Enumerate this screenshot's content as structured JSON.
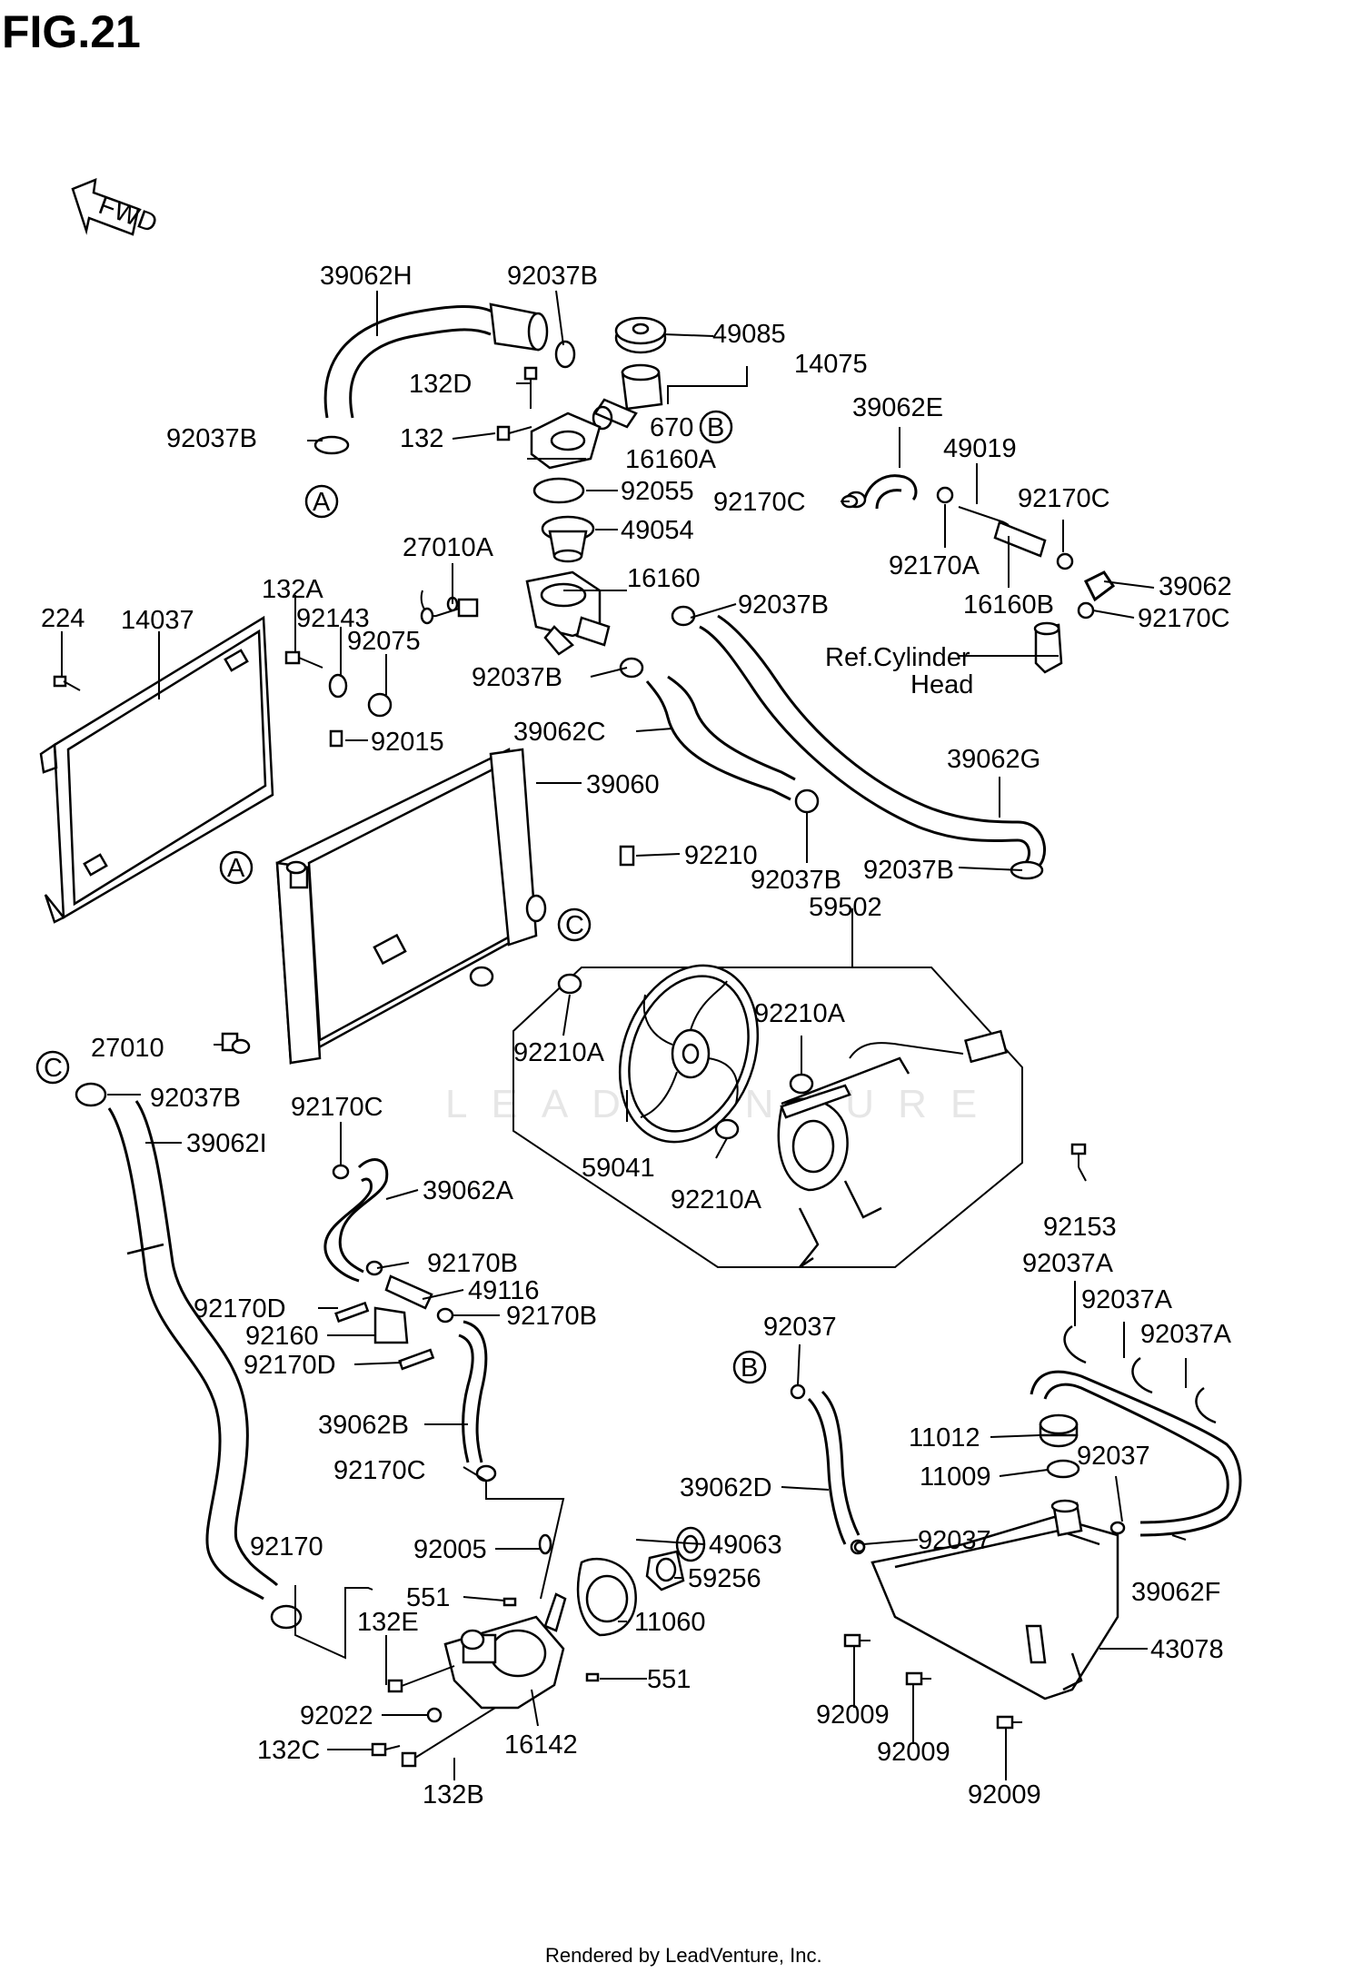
{
  "figure_title": "FIG.21",
  "fwd_arrow": "FWD",
  "watermark": "LEADVENTURE",
  "footer": "Rendered by LeadVenture, Inc.",
  "callouts": {
    "A": "A",
    "B": "B",
    "C": "C"
  },
  "parts": [
    {
      "id": "39062H",
      "label": "39062H"
    },
    {
      "id": "92037B_a",
      "label": "92037B"
    },
    {
      "id": "49085",
      "label": "49085"
    },
    {
      "id": "14075",
      "label": "14075"
    },
    {
      "id": "132D",
      "label": "132D"
    },
    {
      "id": "670",
      "label": "670"
    },
    {
      "id": "92037B_b",
      "label": "92037B"
    },
    {
      "id": "132",
      "label": "132"
    },
    {
      "id": "16160A",
      "label": "16160A"
    },
    {
      "id": "92055",
      "label": "92055"
    },
    {
      "id": "49054",
      "label": "49054"
    },
    {
      "id": "39062E",
      "label": "39062E"
    },
    {
      "id": "49019",
      "label": "49019"
    },
    {
      "id": "92170C_a",
      "label": "92170C"
    },
    {
      "id": "92170C_b",
      "label": "92170C"
    },
    {
      "id": "92170A",
      "label": "92170A"
    },
    {
      "id": "27010A",
      "label": "27010A"
    },
    {
      "id": "16160",
      "label": "16160"
    },
    {
      "id": "16160B",
      "label": "16160B"
    },
    {
      "id": "39062",
      "label": "39062"
    },
    {
      "id": "92170C_c",
      "label": "92170C"
    },
    {
      "id": "92037B_c",
      "label": "92037B"
    },
    {
      "id": "224",
      "label": "224"
    },
    {
      "id": "14037",
      "label": "14037"
    },
    {
      "id": "132A",
      "label": "132A"
    },
    {
      "id": "92143",
      "label": "92143"
    },
    {
      "id": "92075",
      "label": "92075"
    },
    {
      "id": "ref_cyl_1",
      "label": "Ref.Cylinder"
    },
    {
      "id": "ref_cyl_2",
      "label": "Head"
    },
    {
      "id": "92037B_d",
      "label": "92037B"
    },
    {
      "id": "39062C",
      "label": "39062C"
    },
    {
      "id": "92015",
      "label": "92015"
    },
    {
      "id": "39062G",
      "label": "39062G"
    },
    {
      "id": "39060",
      "label": "39060"
    },
    {
      "id": "92210",
      "label": "92210"
    },
    {
      "id": "92037B_e",
      "label": "92037B"
    },
    {
      "id": "92037B_f",
      "label": "92037B"
    },
    {
      "id": "59502",
      "label": "59502"
    },
    {
      "id": "92210A_a",
      "label": "92210A"
    },
    {
      "id": "92210A_b",
      "label": "92210A"
    },
    {
      "id": "27010",
      "label": "27010"
    },
    {
      "id": "92037B_g",
      "label": "92037B"
    },
    {
      "id": "92170C_d",
      "label": "92170C"
    },
    {
      "id": "39062I",
      "label": "39062I"
    },
    {
      "id": "59041",
      "label": "59041"
    },
    {
      "id": "92210A_c",
      "label": "92210A"
    },
    {
      "id": "39062A",
      "label": "39062A"
    },
    {
      "id": "92153",
      "label": "92153"
    },
    {
      "id": "92170B_a",
      "label": "92170B"
    },
    {
      "id": "92037A_a",
      "label": "92037A"
    },
    {
      "id": "49116",
      "label": "49116"
    },
    {
      "id": "92037A_b",
      "label": "92037A"
    },
    {
      "id": "92170D_a",
      "label": "92170D"
    },
    {
      "id": "92170B_b",
      "label": "92170B"
    },
    {
      "id": "92037_a",
      "label": "92037"
    },
    {
      "id": "92037A_c",
      "label": "92037A"
    },
    {
      "id": "92160",
      "label": "92160"
    },
    {
      "id": "92170D_b",
      "label": "92170D"
    },
    {
      "id": "39062B",
      "label": "39062B"
    },
    {
      "id": "11012",
      "label": "11012"
    },
    {
      "id": "92037_b",
      "label": "92037"
    },
    {
      "id": "92170C_e",
      "label": "92170C"
    },
    {
      "id": "11009",
      "label": "11009"
    },
    {
      "id": "39062D",
      "label": "39062D"
    },
    {
      "id": "92170",
      "label": "92170"
    },
    {
      "id": "92005",
      "label": "92005"
    },
    {
      "id": "49063",
      "label": "49063"
    },
    {
      "id": "92037_c",
      "label": "92037"
    },
    {
      "id": "551_a",
      "label": "551"
    },
    {
      "id": "59256",
      "label": "59256"
    },
    {
      "id": "132E",
      "label": "132E"
    },
    {
      "id": "11060",
      "label": "11060"
    },
    {
      "id": "39062F",
      "label": "39062F"
    },
    {
      "id": "43078",
      "label": "43078"
    },
    {
      "id": "551_b",
      "label": "551"
    },
    {
      "id": "92022",
      "label": "92022"
    },
    {
      "id": "16142",
      "label": "16142"
    },
    {
      "id": "132C",
      "label": "132C"
    },
    {
      "id": "92009_a",
      "label": "92009"
    },
    {
      "id": "92009_b",
      "label": "92009"
    },
    {
      "id": "132B",
      "label": "132B"
    },
    {
      "id": "92009_c",
      "label": "92009"
    }
  ]
}
